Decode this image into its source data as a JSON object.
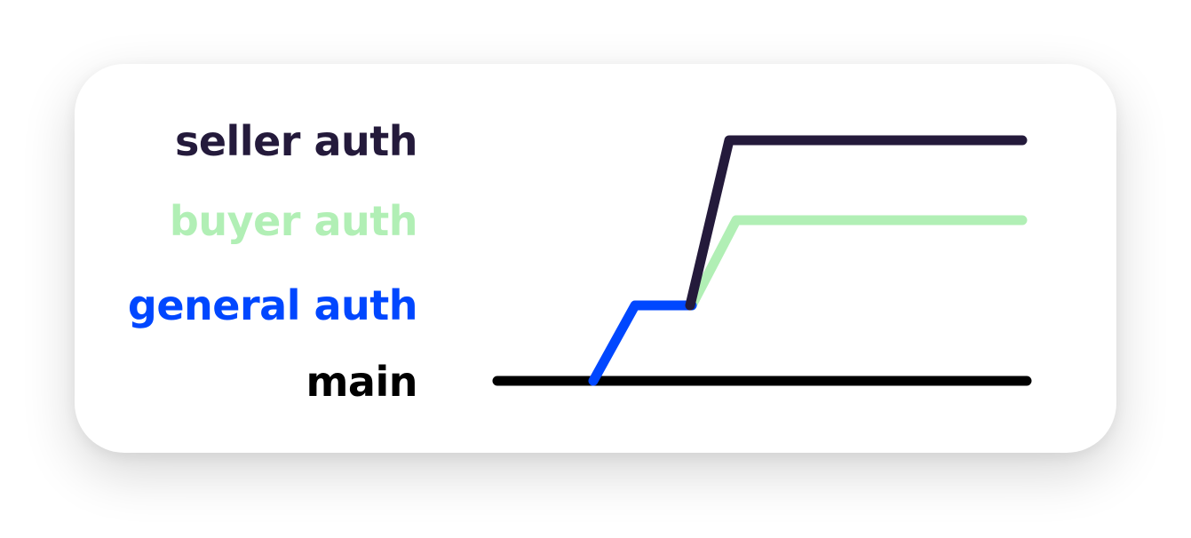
{
  "branches": [
    {
      "key": "seller",
      "label": "seller auth",
      "color": "#241a3b"
    },
    {
      "key": "buyer",
      "label": "buyer auth",
      "color": "#b1efb5"
    },
    {
      "key": "general",
      "label": "general auth",
      "color": "#0047ff"
    },
    {
      "key": "main",
      "label": "main",
      "color": "#000000"
    }
  ]
}
